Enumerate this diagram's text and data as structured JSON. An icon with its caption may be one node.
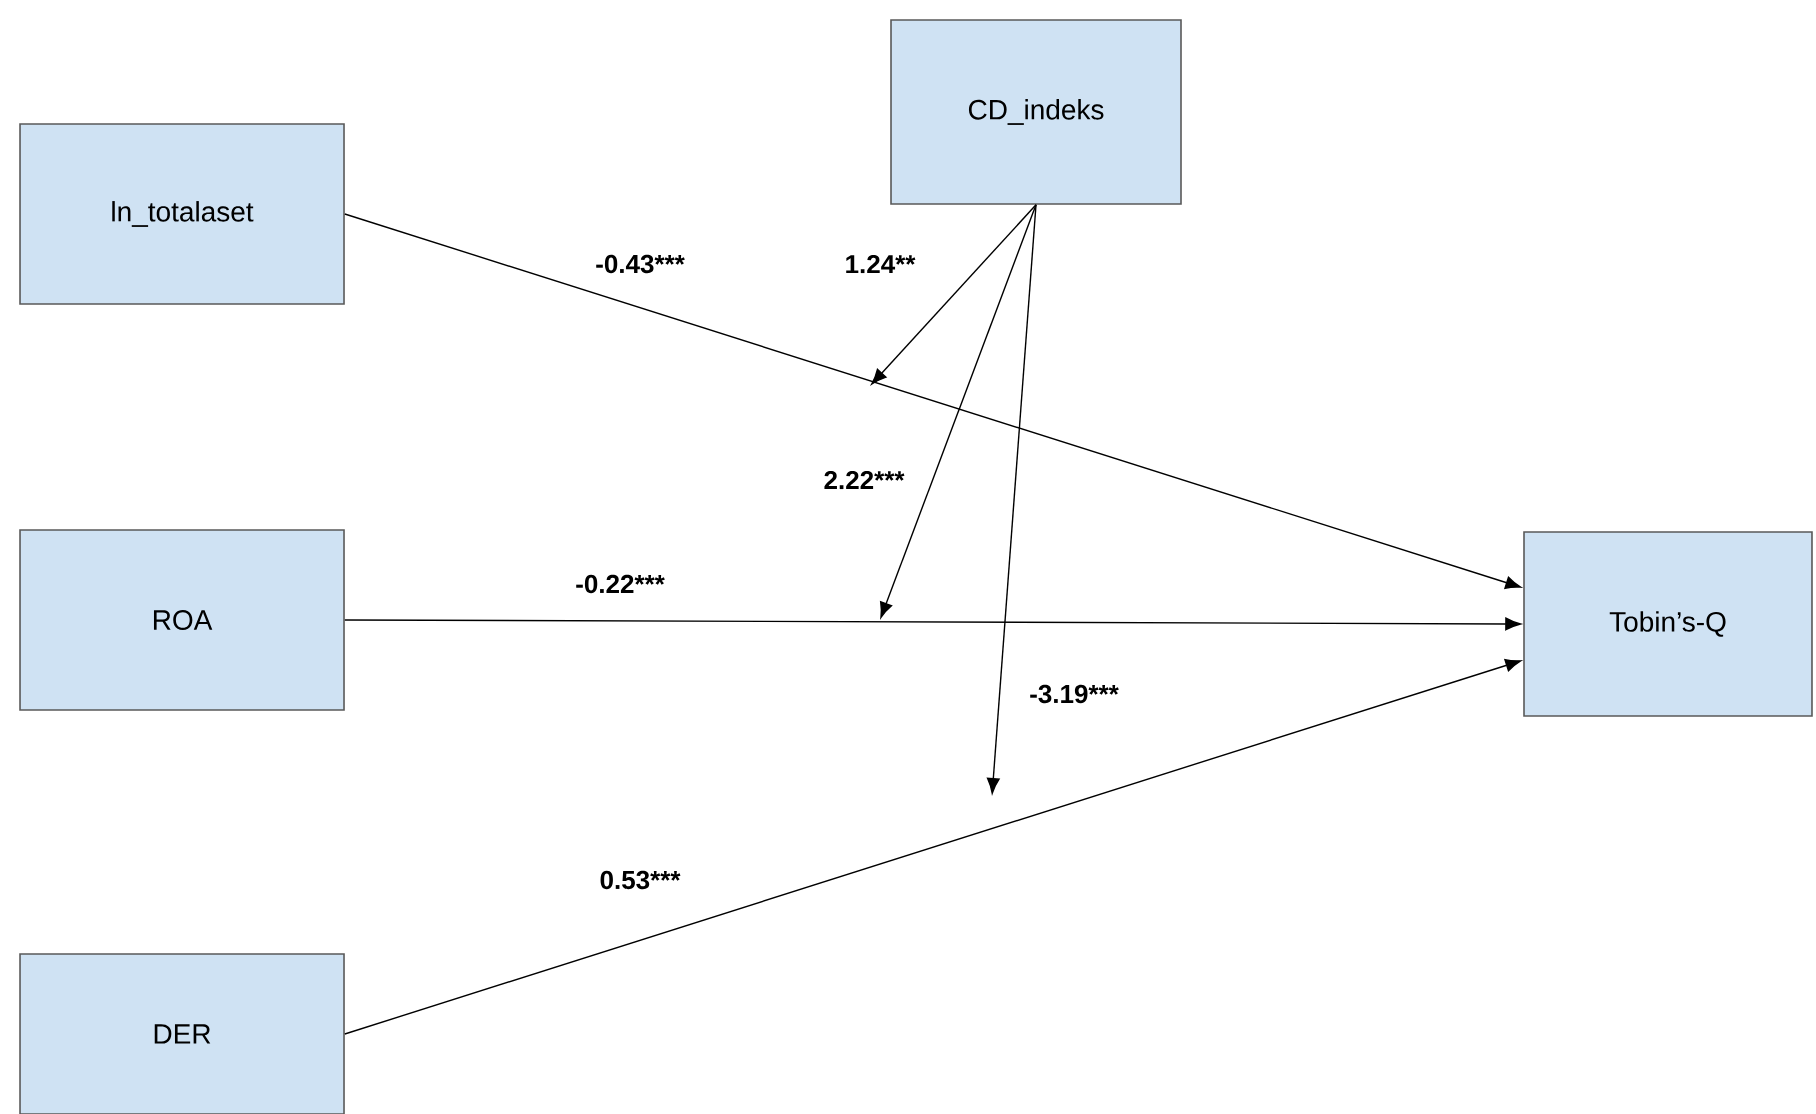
{
  "diagram": {
    "nodes": [
      {
        "text": [
          "CD_indeks"
        ]
      },
      {
        "text": [
          "ln_totalaset"
        ]
      },
      {
        "text": [
          "ROA"
        ]
      },
      {
        "text": [
          "Tobin’s-Q"
        ]
      },
      {
        "text": [
          "DER"
        ]
      }
    ],
    "edges": [
      {
        "from": 1,
        "to": 3,
        "arrow": "to",
        "label": "-0.43***"
      },
      {
        "from": 2,
        "to": 3,
        "arrow": "to",
        "label": "-0.22***"
      },
      {
        "from": 4,
        "to": 3,
        "arrow": "to",
        "label": "0.53***"
      },
      {
        "from": 0,
        "to": null,
        "arrow": "to",
        "label": "1.24**"
      },
      {
        "from": 0,
        "to": null,
        "arrow": "to",
        "label": "2.22***"
      },
      {
        "from": 0,
        "to": null,
        "arrow": "to",
        "label": "-3.19***"
      }
    ]
  }
}
